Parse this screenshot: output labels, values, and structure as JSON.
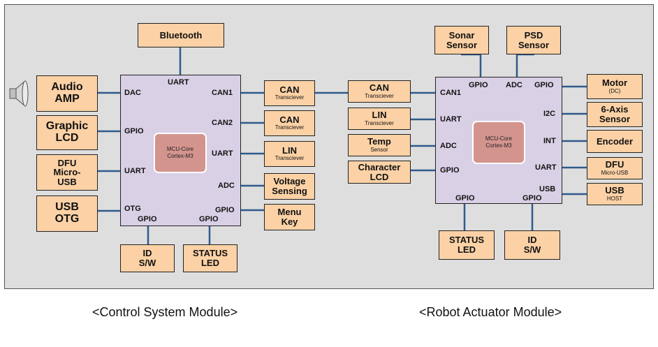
{
  "control": {
    "caption": "<Control System Module>",
    "mcu_core": {
      "line1": "MCU-Core",
      "line2": "Cortex-M3"
    },
    "pins": {
      "uart_top": "UART",
      "dac": "DAC",
      "gpio_left": "GPIO",
      "uart_left": "UART",
      "otg": "OTG",
      "gpio_bl": "GPIO",
      "gpio_br": "GPIO",
      "can1": "CAN1",
      "can2": "CAN2",
      "uart_right": "UART",
      "adc": "ADC",
      "gpio_right": "GPIO"
    },
    "blocks": {
      "bluetooth": {
        "title": "Bluetooth"
      },
      "audio_amp": {
        "title": "Audio\nAMP"
      },
      "graphic_lcd": {
        "title": "Graphic\nLCD"
      },
      "dfu_micro_usb": {
        "title": "DFU\nMicro-\nUSB"
      },
      "usb_otg": {
        "title": "USB\nOTG"
      },
      "can1": {
        "title": "CAN",
        "sub": "Transciever"
      },
      "can2": {
        "title": "CAN",
        "sub": "Transciever"
      },
      "lin": {
        "title": "LIN",
        "sub": "Transciever"
      },
      "voltage_sensing": {
        "title": "Voltage\nSensing"
      },
      "menu_key": {
        "title": "Menu\nKey"
      },
      "id_sw": {
        "title": "ID\nS/W"
      },
      "status_led": {
        "title": "STATUS\nLED"
      }
    }
  },
  "robot": {
    "caption": "<Robot Actuator Module>",
    "mcu_core": {
      "line1": "MCU-Core",
      "line2": "Cortex-M3"
    },
    "pins": {
      "gpio_top": "GPIO",
      "adc_top": "ADC",
      "gpio_tr": "GPIO",
      "can1": "CAN1",
      "uart": "UART",
      "adc": "ADC",
      "gpio_left": "GPIO",
      "i2c": "I2C",
      "int": "INT",
      "uart_right": "UART",
      "usb": "USB",
      "gpio_bl": "GPIO",
      "gpio_br": "GPIO"
    },
    "blocks": {
      "sonar_sensor": {
        "title": "Sonar\nSensor"
      },
      "psd_sensor": {
        "title": "PSD\nSensor"
      },
      "can": {
        "title": "CAN",
        "sub": "Transciever"
      },
      "lin": {
        "title": "LIN",
        "sub": "Transciever"
      },
      "temp": {
        "title": "Temp",
        "sub": "Sensor"
      },
      "character_lcd": {
        "title": "Character\nLCD"
      },
      "motor": {
        "title": "Motor",
        "sub": "(DC)"
      },
      "six_axis_sensor": {
        "title": "6-Axis\nSensor"
      },
      "encoder": {
        "title": "Encoder"
      },
      "dfu": {
        "title": "DFU",
        "sub": "Micro-USB"
      },
      "usb_host": {
        "title": "USB",
        "sub": "HOST"
      },
      "status_led": {
        "title": "STATUS\nLED"
      },
      "id_sw": {
        "title": "ID\nS/W"
      }
    }
  },
  "colors": {
    "block": "#fbd1a5",
    "mcu": "#d9d0e6",
    "core": "#d4948e",
    "wire": "#2f5a8c",
    "panel": "#dedede"
  },
  "icons": {
    "speaker": "speaker-icon"
  }
}
